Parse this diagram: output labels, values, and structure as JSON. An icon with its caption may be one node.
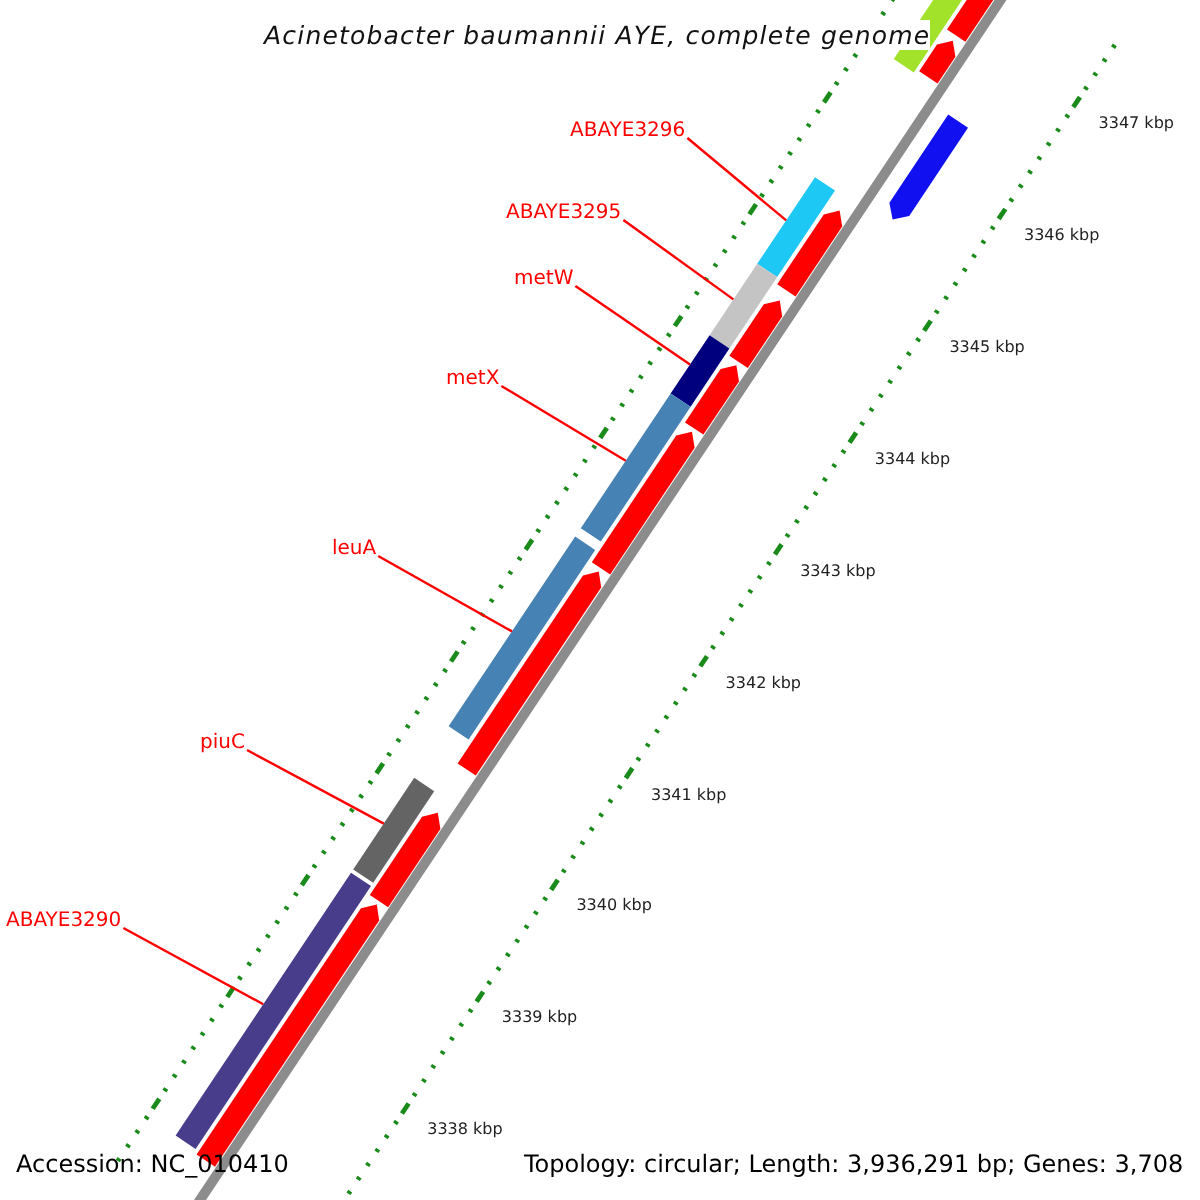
{
  "diagram": {
    "title": "Acinetobacter baumannii AYE, complete genome",
    "nodes": [
      {
        "text": [
          "ABAYE3296"
        ]
      },
      {
        "text": [],
        "shape": "bar"
      },
      {
        "text": [
          "ABAYE3295"
        ]
      },
      {
        "text": [],
        "shape": "bar"
      },
      {
        "text": [
          "metW"
        ]
      },
      {
        "text": [],
        "shape": "bar"
      },
      {
        "text": [
          "metX"
        ]
      },
      {
        "text": [],
        "shape": "bar"
      },
      {
        "text": [
          "leuA"
        ]
      },
      {
        "text": [],
        "shape": "bar"
      },
      {
        "text": [
          "piuC"
        ]
      },
      {
        "text": [],
        "shape": "bar"
      },
      {
        "text": [
          "ABAYE3290"
        ]
      },
      {
        "text": [],
        "shape": "bar"
      }
    ],
    "edges": [
      {
        "from": 0,
        "to": 1,
        "arrow": "none"
      },
      {
        "from": 2,
        "to": 3,
        "arrow": "none"
      },
      {
        "from": 4,
        "to": 5,
        "arrow": "none"
      },
      {
        "from": 6,
        "to": 7,
        "arrow": "none"
      },
      {
        "from": 8,
        "to": 9,
        "arrow": "none"
      },
      {
        "from": 10,
        "to": 11,
        "arrow": "none"
      },
      {
        "from": 12,
        "to": 13,
        "arrow": "none"
      }
    ],
    "labels": [
      "3347 kbp",
      "3346 kbp",
      "3345 kbp",
      "3344 kbp",
      "3343 kbp",
      "3342 kbp",
      "3341 kbp",
      "3340 kbp",
      "3339 kbp",
      "3338 kbp",
      "Accession: NC_010410",
      "Topology: circular; Length: 3,936,291 bp; Genes: 3,708"
    ]
  }
}
